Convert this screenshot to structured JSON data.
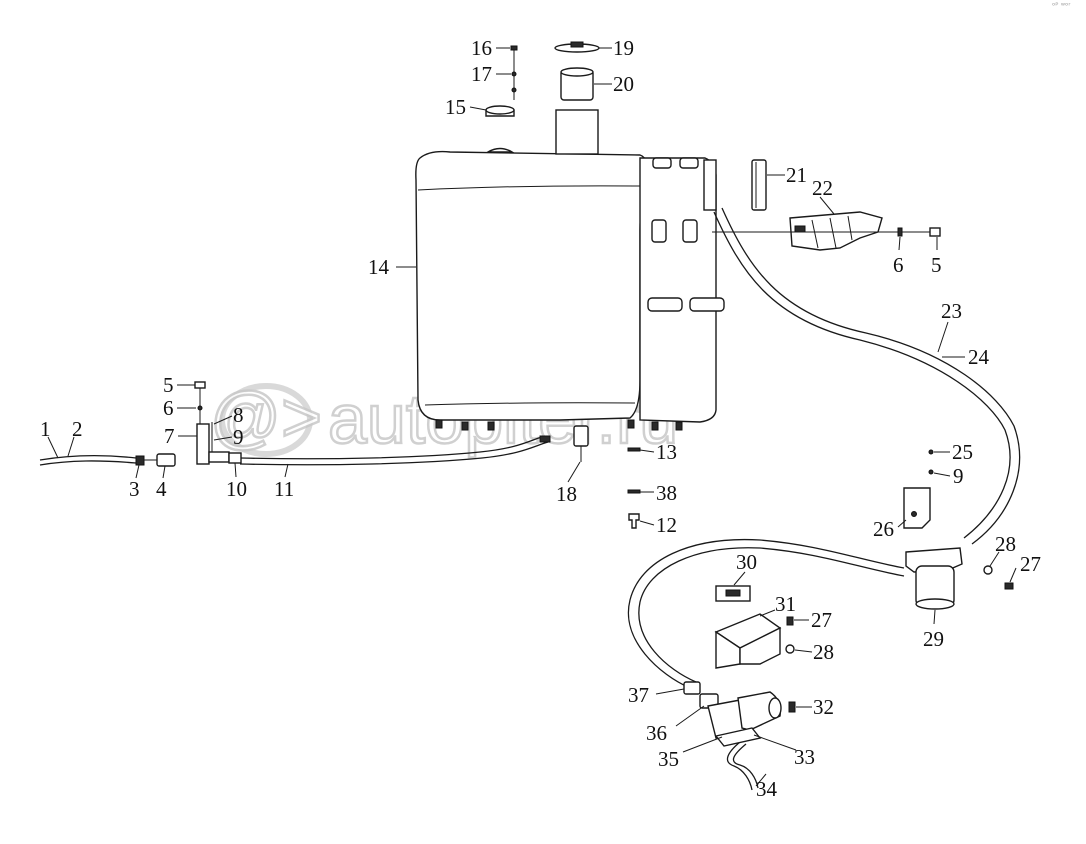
{
  "watermark": {
    "text": "autopiter.ru",
    "logo_glyph": "@>"
  },
  "corner_mark": "ᵒᴾ ʷᵒʳ",
  "callouts": {
    "c1": "1",
    "c2": "2",
    "c3": "3",
    "c4": "4",
    "c5a": "5",
    "c5b": "5",
    "c6a": "6",
    "c6b": "6",
    "c7": "7",
    "c8": "8",
    "c9a": "9",
    "c9b": "9",
    "c10": "10",
    "c11": "11",
    "c12": "12",
    "c13": "13",
    "c14": "14",
    "c15": "15",
    "c16": "16",
    "c17": "17",
    "c18": "18",
    "c19": "19",
    "c20": "20",
    "c21": "21",
    "c22": "22",
    "c23": "23",
    "c24": "24",
    "c25": "25",
    "c26": "26",
    "c27a": "27",
    "c27b": "27",
    "c28a": "28",
    "c28b": "28",
    "c29": "29",
    "c30": "30",
    "c31": "31",
    "c32": "32",
    "c33": "33",
    "c34": "34",
    "c35": "35",
    "c36": "36",
    "c37": "37",
    "c38": "38"
  }
}
